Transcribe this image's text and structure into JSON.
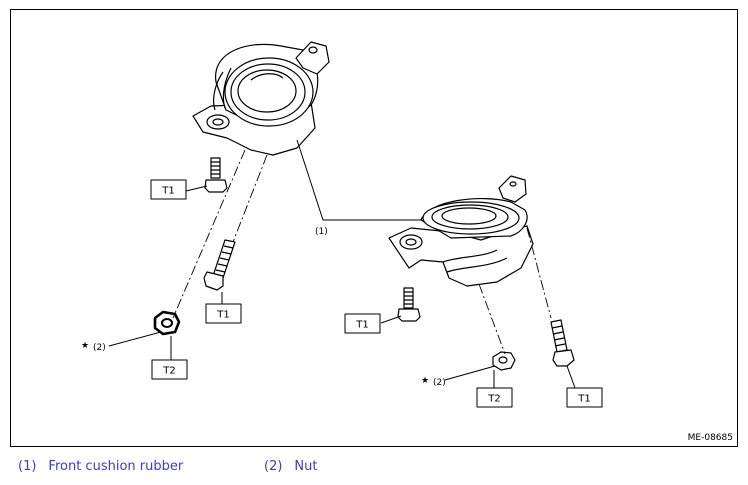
{
  "diagram": {
    "figure_code": "ME-08685",
    "callouts": {
      "rubber": "(1)",
      "nut_left": "(2)",
      "nut_right": "(2)",
      "star": "★"
    },
    "torque_labels": {
      "t1_left_upper": "T1",
      "t1_left_lower": "T1",
      "t2_left": "T2",
      "t1_right_bolt": "T1",
      "t2_right": "T2",
      "t1_right_far": "T1"
    }
  },
  "legend": [
    {
      "number": "(1)",
      "label": "Front cushion rubber"
    },
    {
      "number": "(2)",
      "label": "Nut"
    }
  ],
  "colors": {
    "line": "#000000",
    "legend_text": "#3c3cc8"
  }
}
